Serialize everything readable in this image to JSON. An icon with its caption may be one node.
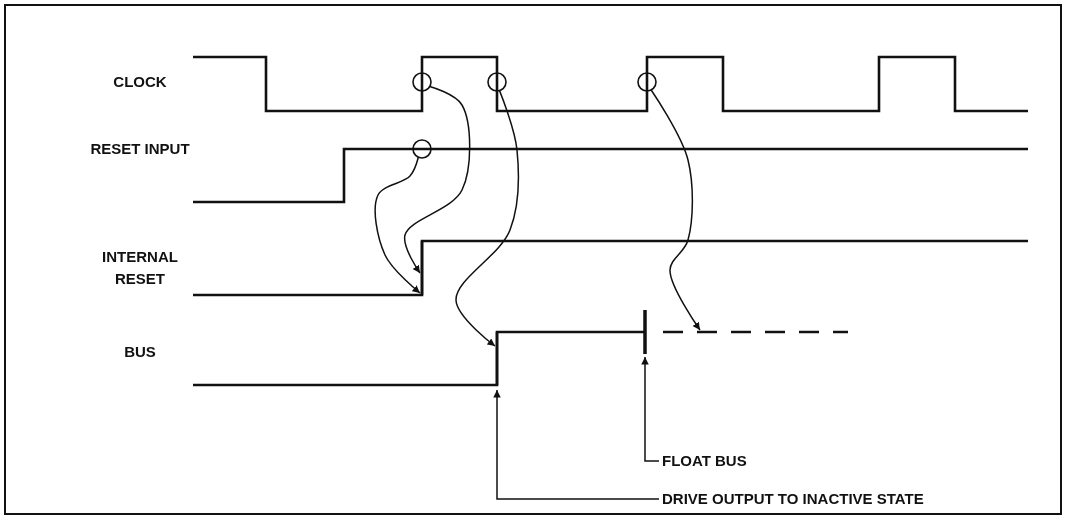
{
  "diagram": {
    "nodes": [
      {
        "text": [],
        "shape": "circle"
      },
      {
        "text": [],
        "shape": "circle"
      },
      {
        "text": [],
        "shape": "circle"
      },
      {
        "text": [],
        "shape": "circle"
      },
      {
        "text": [],
        "shape": "line"
      },
      {
        "text": [],
        "shape": "line"
      },
      {
        "text": [],
        "shape": "bar"
      },
      {
        "text": [],
        "shape": "line"
      },
      {
        "text": [
          "FLOAT BUS"
        ]
      },
      {
        "text": [
          "DRIVE OUTPUT TO INACTIVE STATE"
        ]
      }
    ],
    "edges": [
      {
        "from": 0,
        "to": 4,
        "arrow": "to"
      },
      {
        "from": 1,
        "to": 4,
        "arrow": "to"
      },
      {
        "from": 2,
        "to": 5,
        "arrow": "to"
      },
      {
        "from": 3,
        "to": 7,
        "arrow": "to"
      },
      {
        "from": 8,
        "to": 6,
        "arrow": "to"
      },
      {
        "from": 9,
        "to": 5,
        "arrow": "to"
      }
    ],
    "labels": [
      "CLOCK",
      "RESET INPUT",
      "INTERNAL RESET",
      "BUS"
    ]
  }
}
